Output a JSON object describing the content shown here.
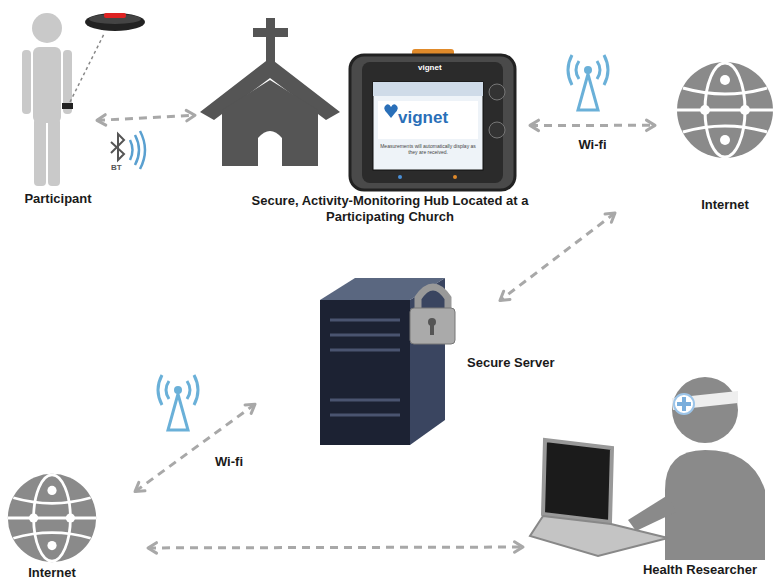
{
  "diagram": {
    "nodes": [
      {
        "text": [
          "Participant"
        ]
      },
      {
        "text": [
          "Secure, Activity-Monitoring Hub Located at a Participating Church"
        ]
      },
      {
        "text": [
          "Internet"
        ]
      },
      {
        "text": [
          "Secure Server"
        ]
      },
      {
        "text": [
          "Internet"
        ]
      },
      {
        "text": [
          "Health Researcher"
        ]
      }
    ],
    "edges": [
      {
        "from": 0,
        "to": 1,
        "arrow": "both"
      },
      {
        "from": 1,
        "to": 2,
        "label": "Wi-fi",
        "arrow": "both"
      },
      {
        "from": 2,
        "to": 3,
        "arrow": "both"
      },
      {
        "from": 3,
        "to": 4,
        "label": "Wi-fi",
        "arrow": "both"
      },
      {
        "from": 4,
        "to": 5,
        "arrow": "both"
      }
    ],
    "labels": [
      "BT",
      "vignet",
      "vignet",
      "Measurements will automatically display as they are received."
    ]
  }
}
